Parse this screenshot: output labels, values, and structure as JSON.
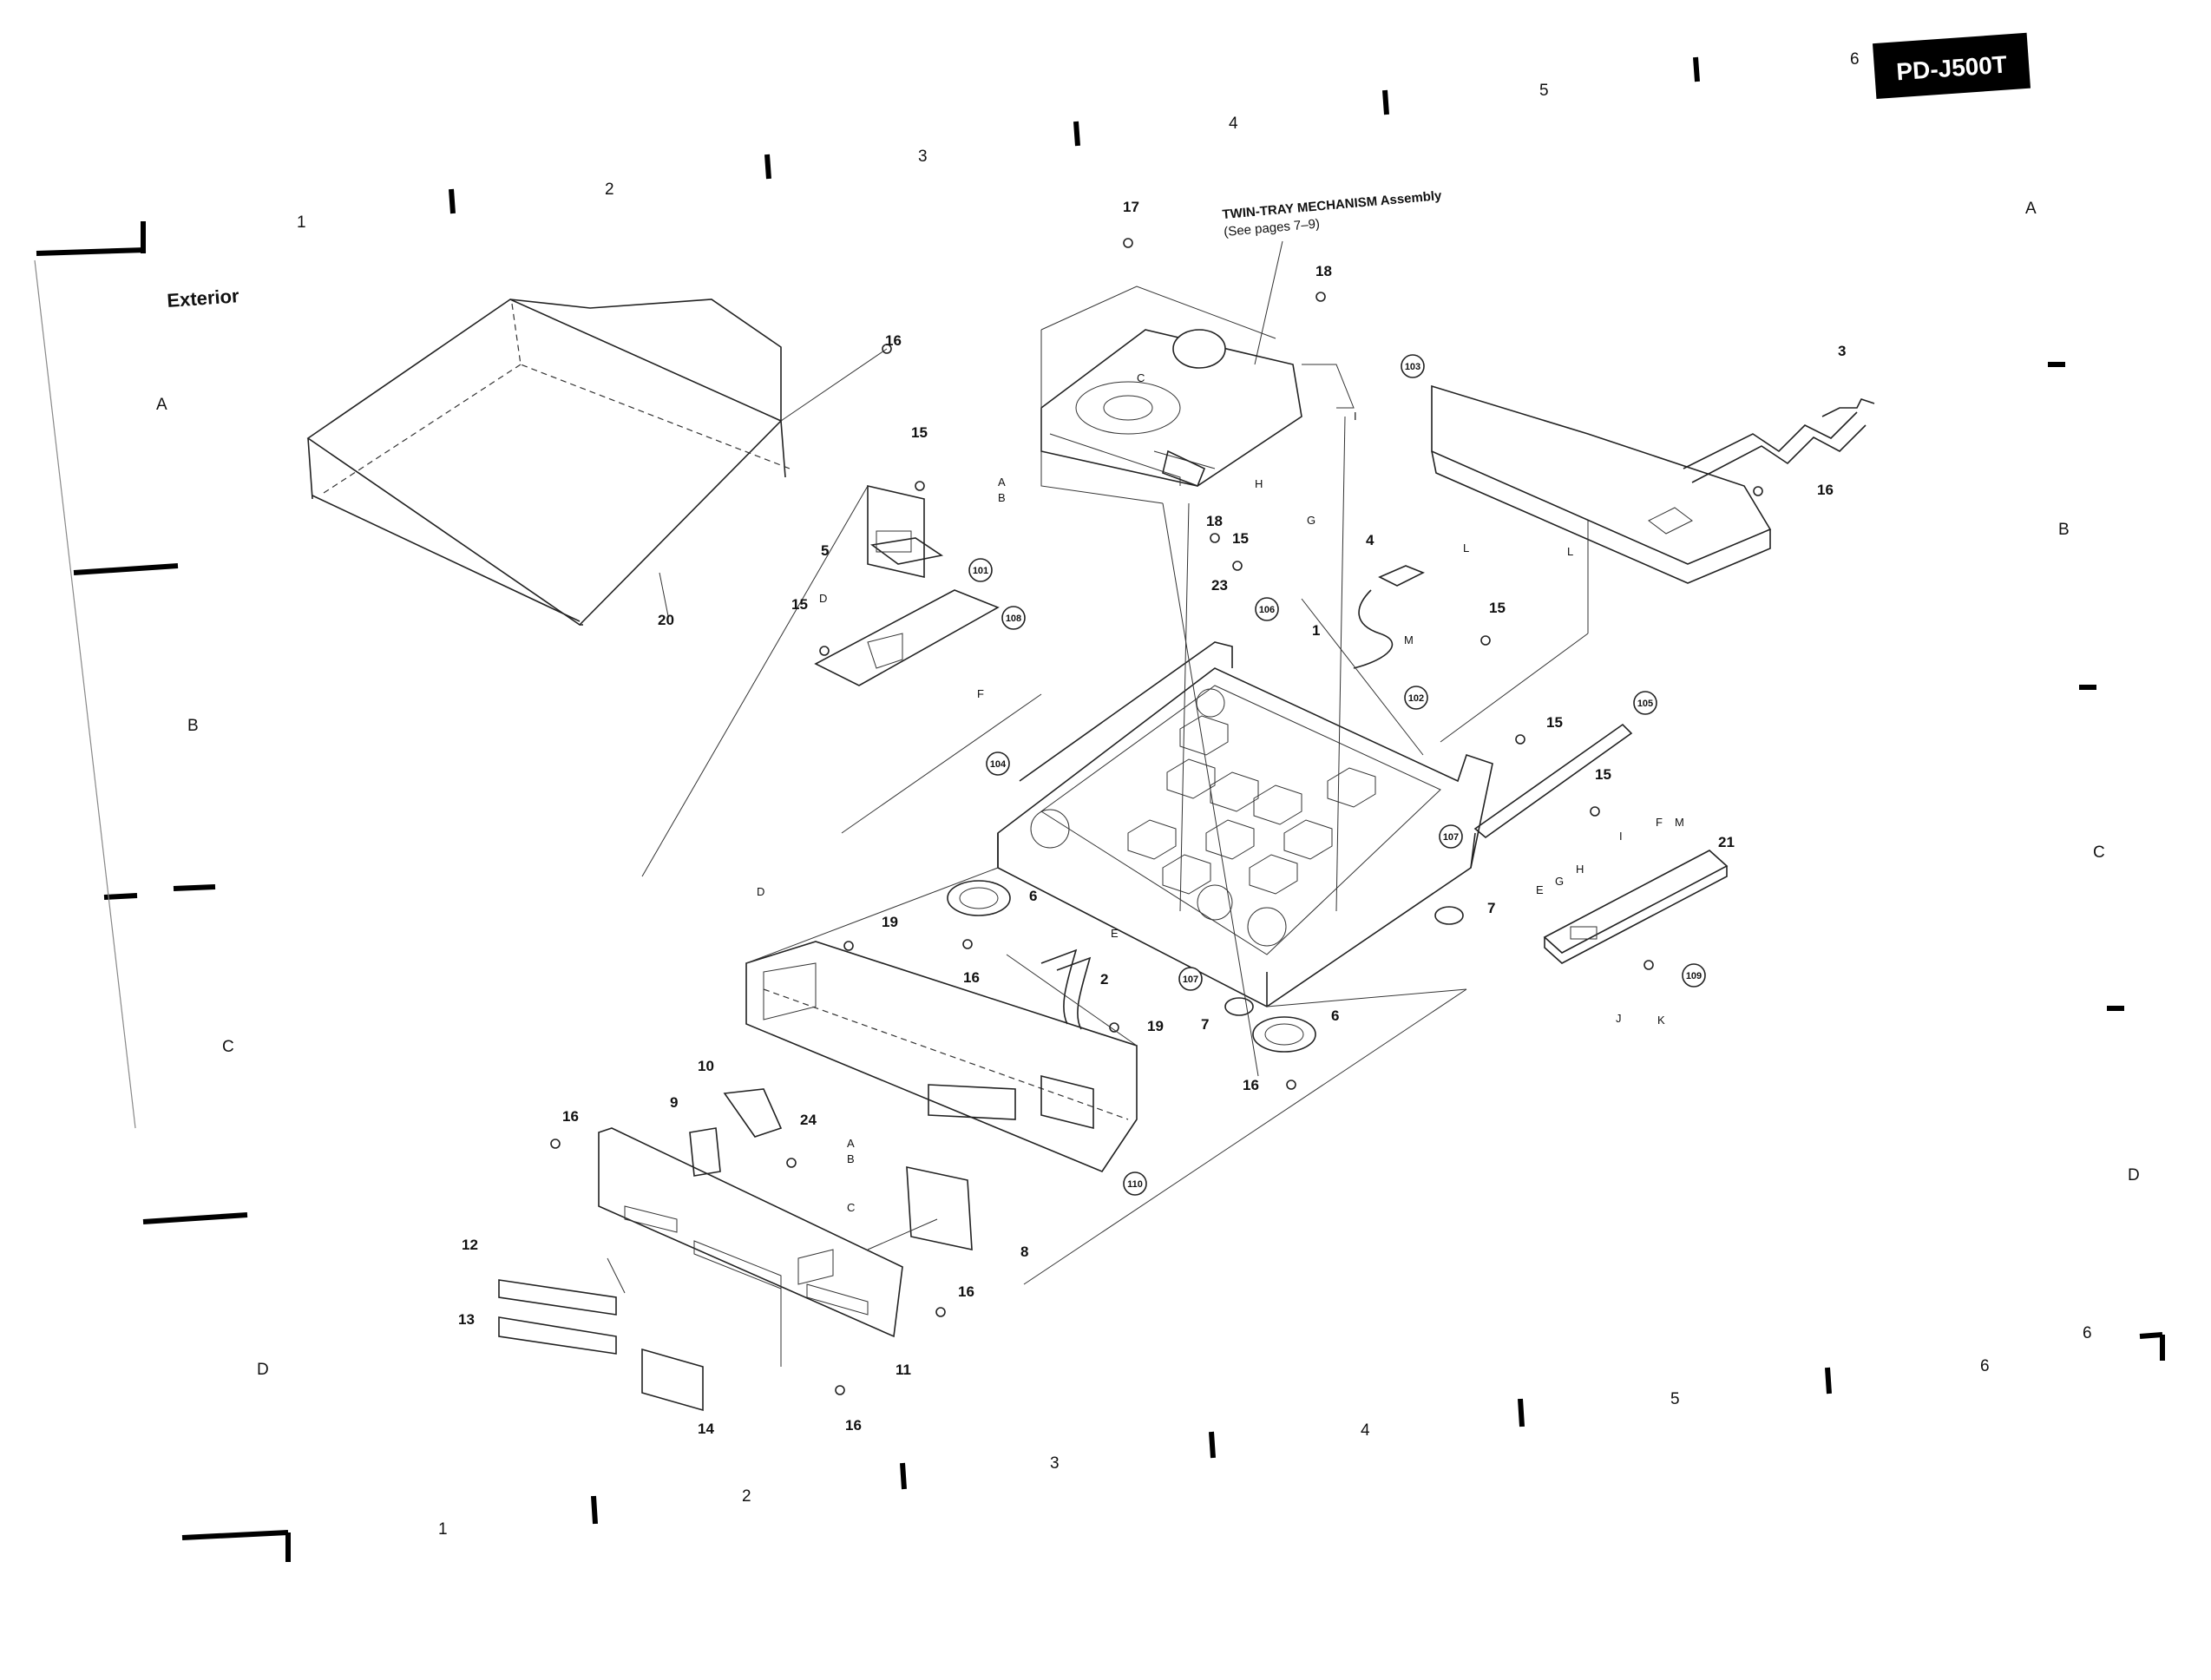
{
  "model_badge": "PD-J500T",
  "section_title": "Exterior",
  "assembly_callout": {
    "line1": "TWIN-TRAY MECHANISM Assembly",
    "line2": "(See pages 7–9)"
  },
  "grid": {
    "top_columns": [
      "1",
      "2",
      "3",
      "4",
      "5",
      "6"
    ],
    "bottom_columns": [
      "1",
      "2",
      "3",
      "4",
      "5",
      "6"
    ],
    "left_rows": [
      "A",
      "B",
      "C",
      "D"
    ],
    "right_rows": [
      "A",
      "B",
      "C",
      "D"
    ],
    "right_extra": "6"
  },
  "parts": {
    "p1": "1",
    "p2": "2",
    "p3": "3",
    "p4": "4",
    "p5": "5",
    "p6a": "6",
    "p6b": "6",
    "p7a": "7",
    "p7b": "7",
    "p8": "8",
    "p9": "9",
    "p10": "10",
    "p11": "11",
    "p12": "12",
    "p13": "13",
    "p14": "14",
    "p15a": "15",
    "p15b": "15",
    "p15c": "15",
    "p15d": "15",
    "p15e": "15",
    "p15f": "15",
    "p16a": "16",
    "p16b": "16",
    "p16c": "16",
    "p16d": "16",
    "p16e": "16",
    "p16f": "16",
    "p16g": "16",
    "p17": "17",
    "p18a": "18",
    "p18b": "18",
    "p19a": "19",
    "p19b": "19",
    "p20": "20",
    "p21": "21",
    "p23": "23",
    "p24": "24"
  },
  "circled_parts": {
    "c101": "101",
    "c102": "102",
    "c103": "103",
    "c104": "104",
    "c105": "105",
    "c106": "106",
    "c107": "107",
    "c107b": "107",
    "c108": "108",
    "c109": "109",
    "c110": "110"
  },
  "connector_letters": {
    "A1": "A",
    "B1": "B",
    "C1": "C",
    "G1": "G",
    "H1": "H",
    "I1": "I",
    "D1": "D",
    "F1": "F",
    "L1": "L",
    "M1": "M",
    "L2": "L",
    "D2": "D",
    "E1": "E",
    "A2": "A",
    "B2": "B",
    "C2": "C",
    "E2": "E",
    "G2": "G",
    "H2": "H",
    "I2": "I",
    "F2": "F",
    "M2": "M",
    "J1": "J",
    "K1": "K"
  }
}
